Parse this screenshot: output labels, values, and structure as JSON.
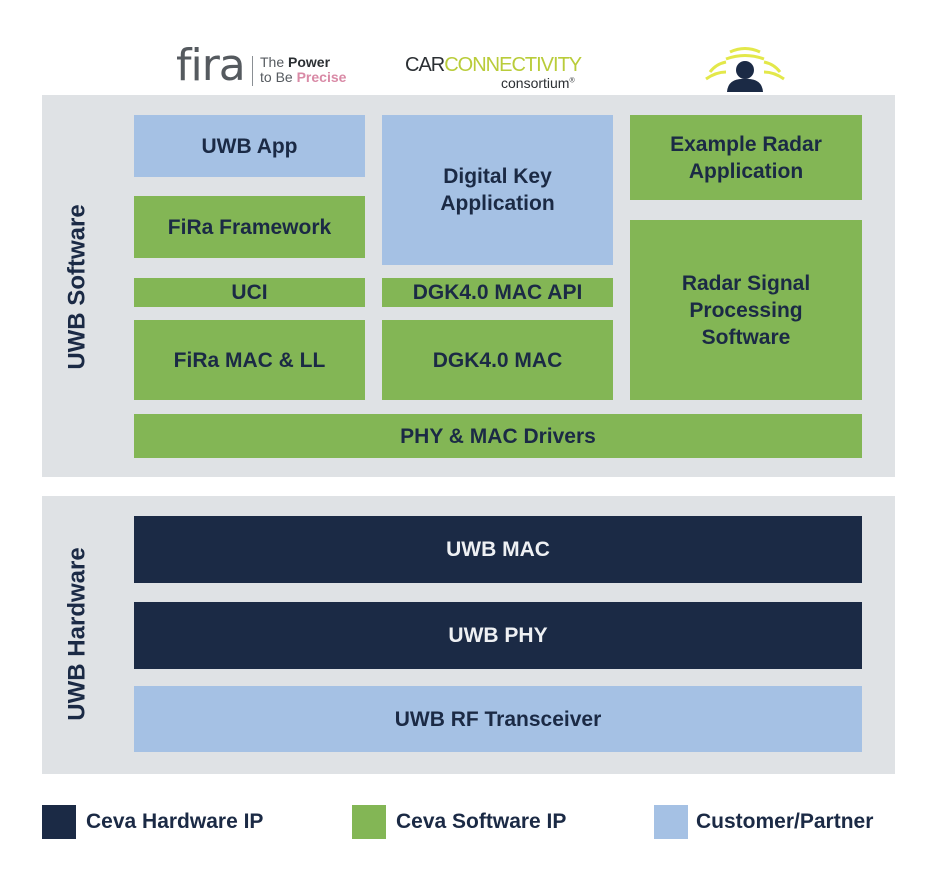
{
  "logos": {
    "fira": {
      "wordmark": "fira",
      "tagline_line1_prefix": "The ",
      "tagline_line1_bold": "Power",
      "tagline_line2_prefix": "to Be ",
      "tagline_line2_bold": "Precise",
      "accent": "#d98aa6"
    },
    "ccc": {
      "car": "CAR",
      "connectivity": "CONNECTIVITY",
      "consortium": "consortium",
      "registered": "®",
      "accent": "#b9cc3a"
    },
    "radar_icon": {
      "name": "person-radar-icon",
      "wave_color": "#e3e84a",
      "person_color": "#1b2a45"
    }
  },
  "sections": {
    "software": {
      "label": "UWB Software"
    },
    "hardware": {
      "label": "UWB Hardware"
    }
  },
  "blocks": {
    "uwb_app": "UWB App",
    "fira_framework": "FiRa Framework",
    "uci": "UCI",
    "fira_mac_ll": "FiRa MAC & LL",
    "digital_key_app": "Digital Key Application",
    "dgk_mac_api": "DGK4.0 MAC API",
    "dgk_mac": "DGK4.0 MAC",
    "example_radar_app": "Example Radar Application",
    "radar_signal": "Radar Signal Processing Software",
    "phy_mac_drivers": "PHY & MAC Drivers",
    "uwb_mac": "UWB MAC",
    "uwb_phy": "UWB PHY",
    "uwb_rf": "UWB RF Transceiver"
  },
  "legend": [
    {
      "label": "Ceva Hardware IP",
      "color": "#1b2a45"
    },
    {
      "label": "Ceva Software IP",
      "color": "#83b655"
    },
    {
      "label": "Customer/Partner",
      "color": "#a5c1e4"
    }
  ],
  "colors": {
    "panel": "#dfe2e5",
    "text": "#1b2a45"
  }
}
